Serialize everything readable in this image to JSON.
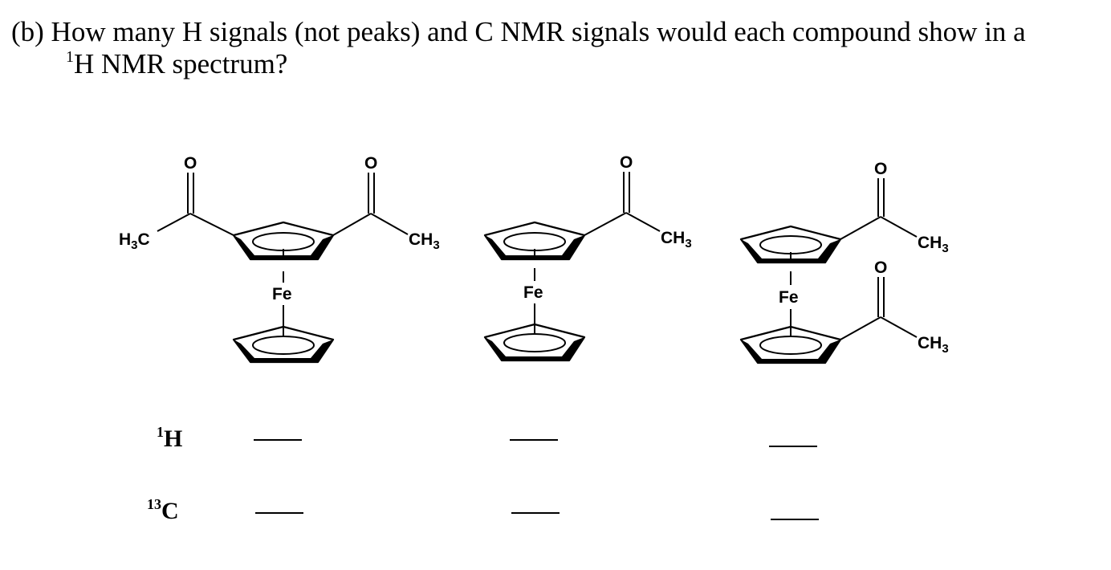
{
  "question": {
    "prefix": "(b) How many H signals (not peaks) and C NMR signals would each compound show in a",
    "sup": "1",
    "line2": "H NMR spectrum?"
  },
  "labels": {
    "oxygen": "O",
    "iron": "Fe",
    "methyl_left_text": "H",
    "methyl_left_sub": "3",
    "methyl_left_tail": "C",
    "methyl_right_text": "CH",
    "methyl_right_sub": "3"
  },
  "answers": {
    "h_row": {
      "sup": "1",
      "element": "H"
    },
    "c_row": {
      "sup": "13",
      "element": "C"
    }
  }
}
